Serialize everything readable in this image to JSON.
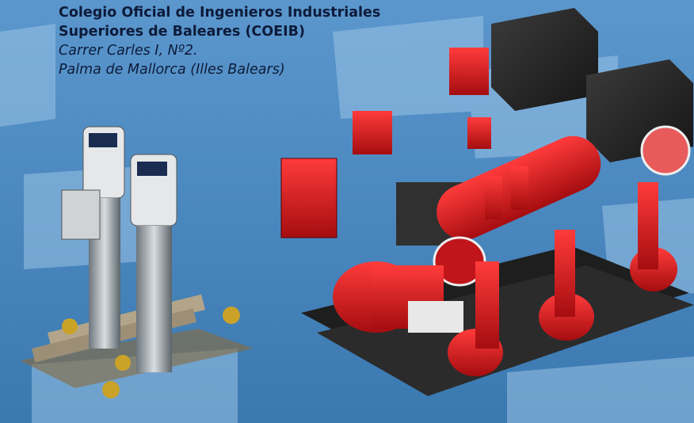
{
  "caption": {
    "line1": "Colegio Oficial de Ingenieros Industriales",
    "line2": "Superiores de Baleares (COEIB)",
    "line3": "Carrer Carles I, Nº2.",
    "line4": "Palma de Mallorca  (Illes Balears)"
  },
  "colors": {
    "background": "#3f7fb8",
    "panel": "#9ac3e6",
    "equipment_red": "#d0161b",
    "frame_black": "#222222",
    "pump_steel": "#9aa3aa",
    "valve_brass": "#c9a227"
  }
}
